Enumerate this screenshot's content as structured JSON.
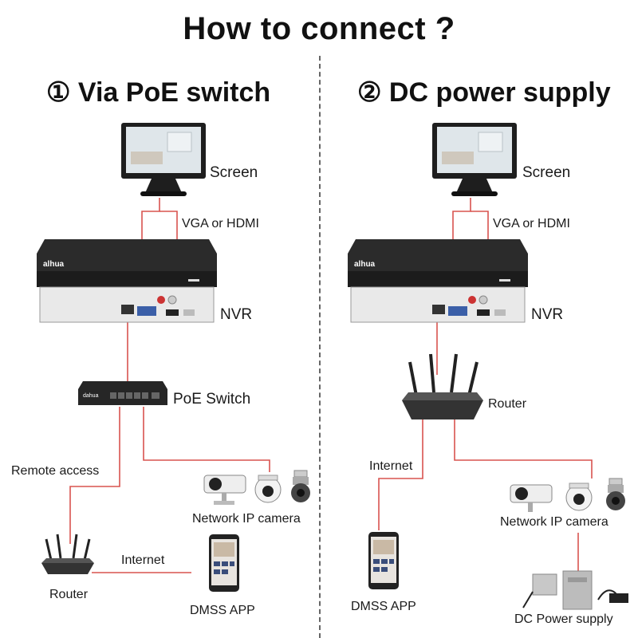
{
  "title": "How to connect ?",
  "left": {
    "heading": "① Via PoE switch",
    "screen_label": "Screen",
    "vga_label": "VGA or HDMI",
    "nvr_label": "NVR",
    "nvr_brand": "alhua",
    "switch_label": "PoE Switch",
    "switch_brand": "dahua",
    "remote_label": "Remote access",
    "camera_label": "Network IP camera",
    "router_label": "Router",
    "internet_label": "Internet",
    "app_label": "DMSS APP"
  },
  "right": {
    "heading": "② DC power supply",
    "screen_label": "Screen",
    "vga_label": "VGA or HDMI",
    "nvr_label": "NVR",
    "nvr_brand": "alhua",
    "router_label": "Router",
    "internet_label": "Internet",
    "camera_label": "Network IP camera",
    "app_label": "DMSS APP",
    "power_label": "DC Power supply"
  },
  "colors": {
    "wire": "#d9534f",
    "device_dark": "#2b2b2b",
    "divider": "#666666"
  },
  "icons": [
    "monitor-icon",
    "nvr-icon",
    "poe-switch-icon",
    "router-icon",
    "bullet-camera-icon",
    "dome-camera-icon",
    "ptz-camera-icon",
    "smartphone-icon",
    "power-adapter-icon"
  ]
}
